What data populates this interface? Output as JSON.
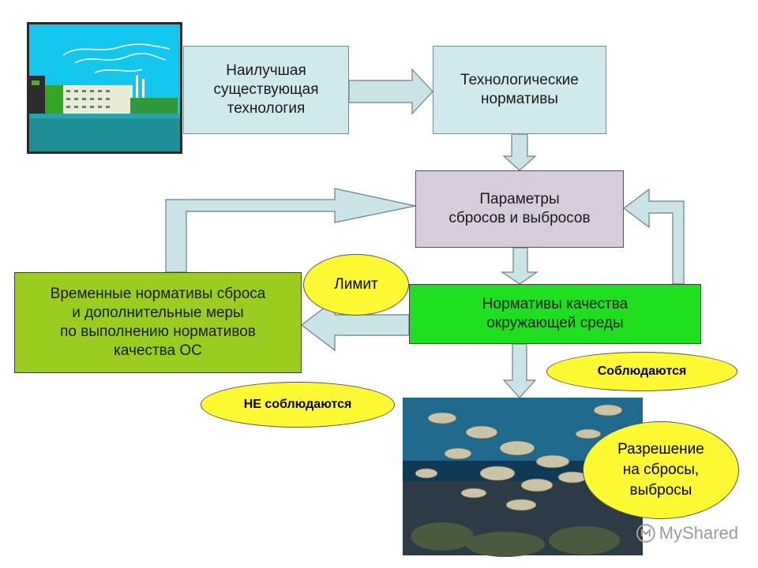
{
  "boxes": {
    "best": {
      "lines": [
        "Наилучшая",
        "существующая",
        "технология"
      ]
    },
    "tech": {
      "lines": [
        "Технологические",
        "нормативы"
      ]
    },
    "params": {
      "lines": [
        "Параметры",
        "сбросов и выбросов"
      ]
    },
    "quality": {
      "lines": [
        "Нормативы качества",
        "окружающей среды"
      ]
    },
    "temp": {
      "lines": [
        "Временные нормативы сброса",
        "и дополнительные меры",
        "по выполнению нормативов",
        "качества ОС"
      ]
    }
  },
  "ellipses": {
    "limit": "Лимит",
    "ok": "Соблюдаются",
    "notok": "НЕ соблюдаются",
    "permit": [
      "Разрешение",
      "на сбросы,",
      "выбросы"
    ]
  },
  "watermark": {
    "text": "MyShared"
  },
  "images": {
    "factory": "factory-illustration",
    "fish": "fish-reef-photo"
  },
  "colors": {
    "box_light": "#cfe9ec",
    "box_params": "#d6ccdc",
    "box_quality": "#1ee01e",
    "box_temp": "#9acd1f",
    "ellipse": "#fff934",
    "arrow": "#c9e3e6"
  }
}
